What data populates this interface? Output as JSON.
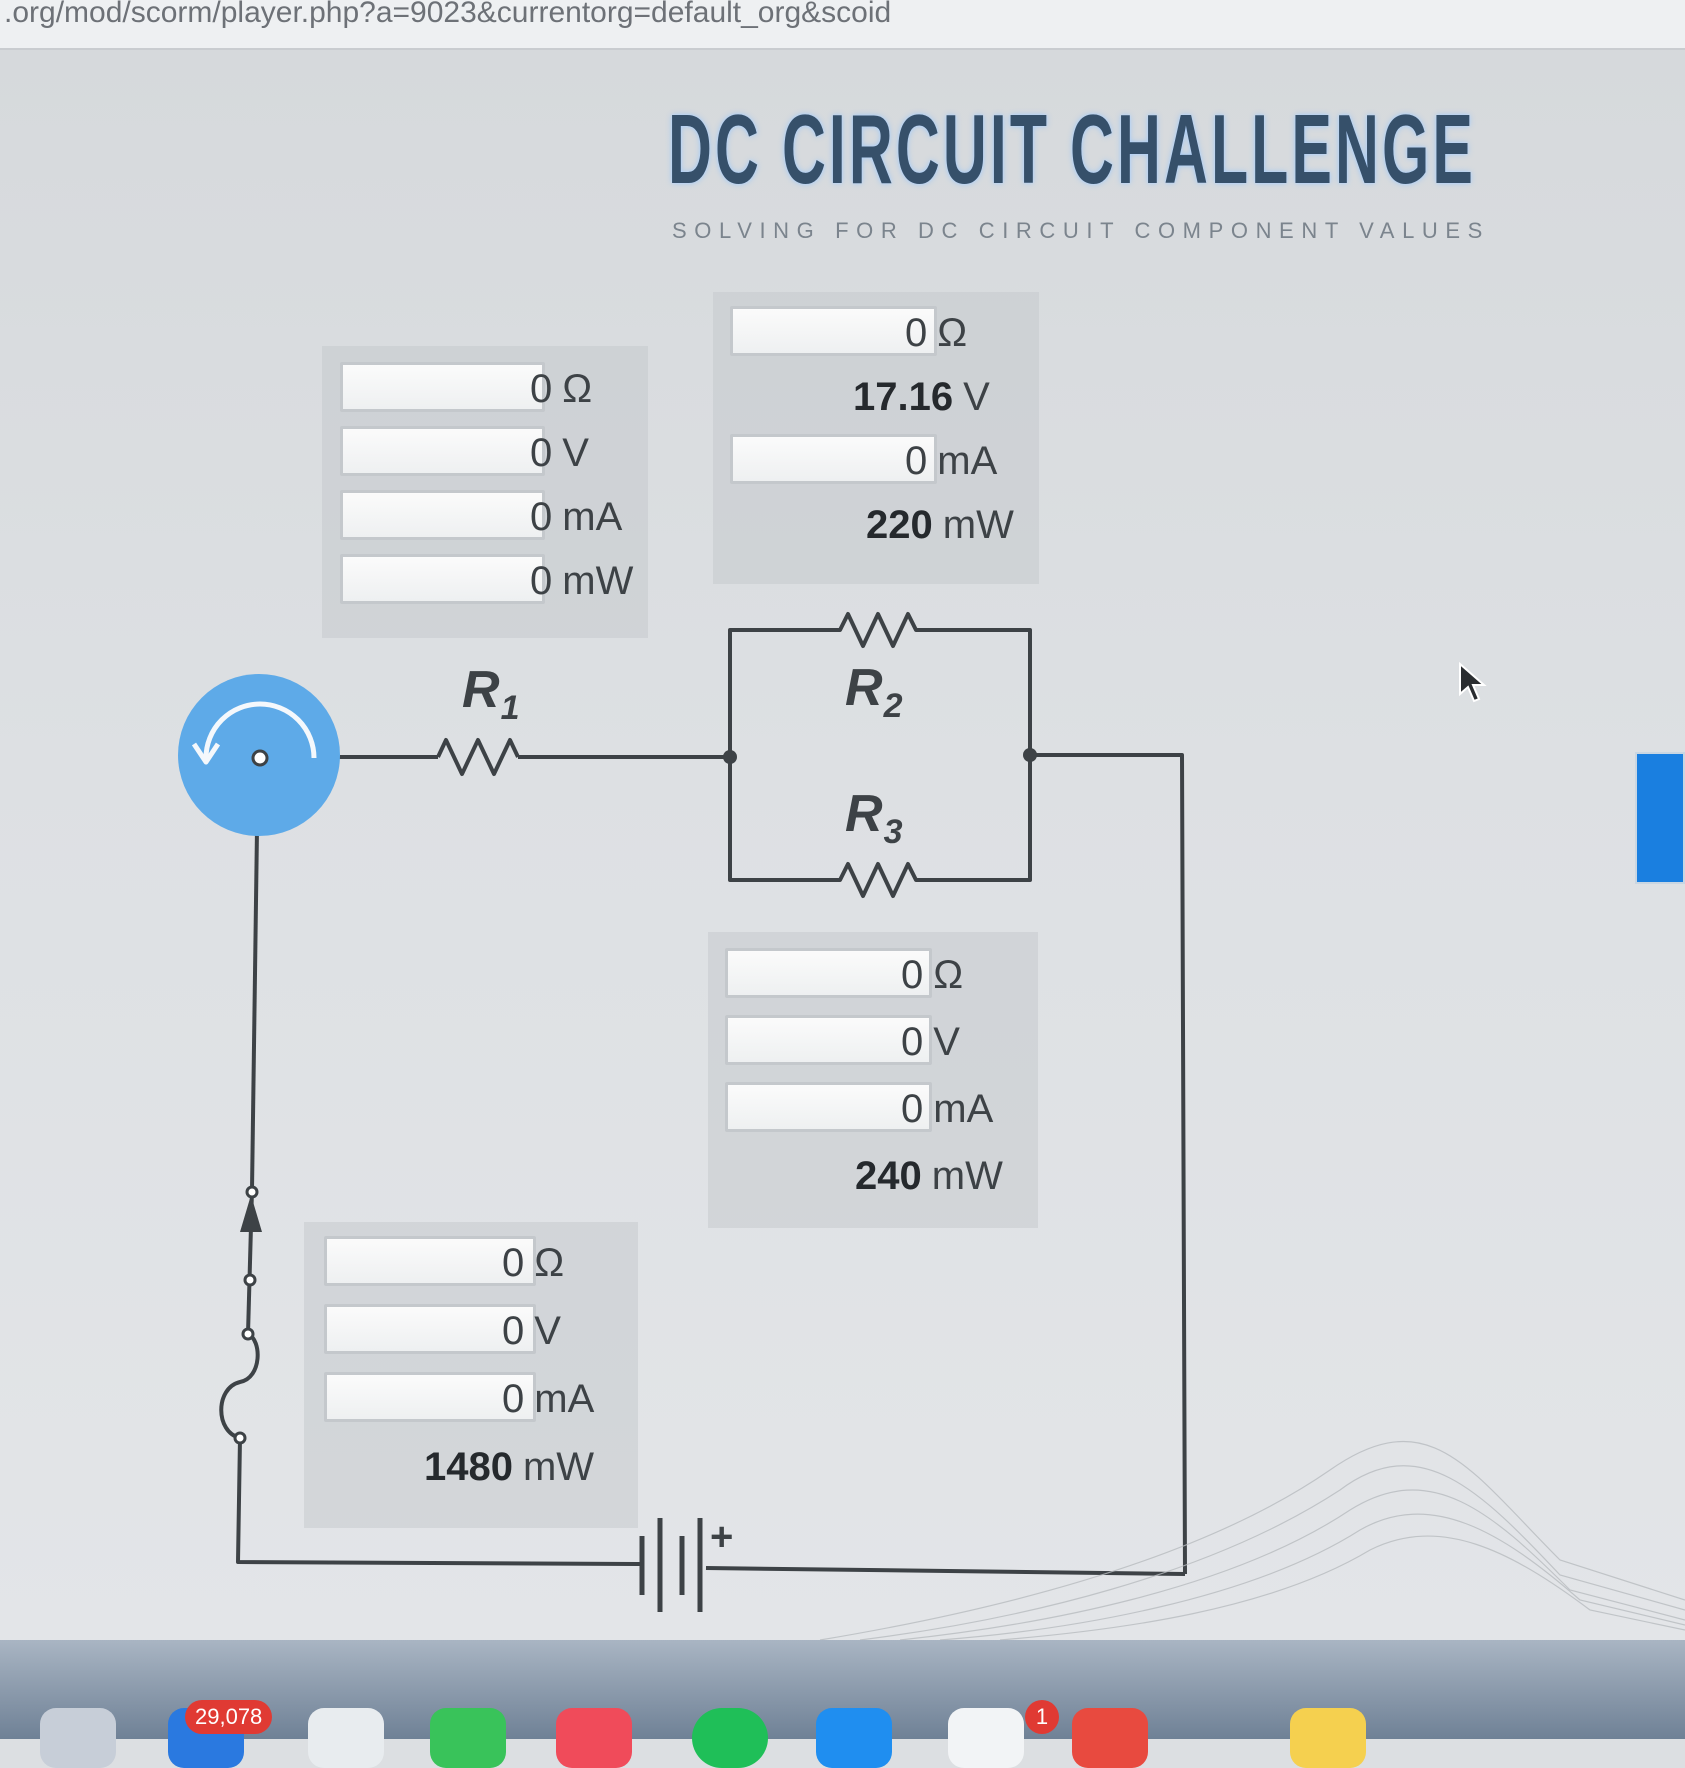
{
  "browser": {
    "url_fragment": ".org/mod/scorm/player.php?a=9023&currentorg=default_org&scoid"
  },
  "header": {
    "title": "DC CIRCUIT CHALLENGE",
    "subtitle": "SOLVING FOR DC CIRCUIT COMPONENT VALUES"
  },
  "units": {
    "ohm": "Ω",
    "volt": "V",
    "milliamp": "mA",
    "milliwatt": "mW"
  },
  "r1_panel": {
    "resistance": "0",
    "voltage": "0",
    "current": "0",
    "power": "0"
  },
  "r2_panel": {
    "resistance": "0",
    "voltage": "17.16",
    "current": "0",
    "power": "220"
  },
  "r3_panel": {
    "resistance": "0",
    "voltage": "0",
    "current": "0",
    "power": "240"
  },
  "total_panel": {
    "resistance": "0",
    "voltage": "0",
    "current": "0",
    "power": "1480"
  },
  "resistors": [
    {
      "letter": "R",
      "index": "1"
    },
    {
      "letter": "R",
      "index": "2"
    },
    {
      "letter": "R",
      "index": "3"
    }
  ],
  "battery_polarity": "+",
  "dock": {
    "badge_count": "29,078",
    "notification_count": "1"
  },
  "colors": {
    "accent": "#5eaae8",
    "button": "#1a7fe0",
    "title_glow": "#9ec6f2",
    "wire": "#3d4246"
  }
}
